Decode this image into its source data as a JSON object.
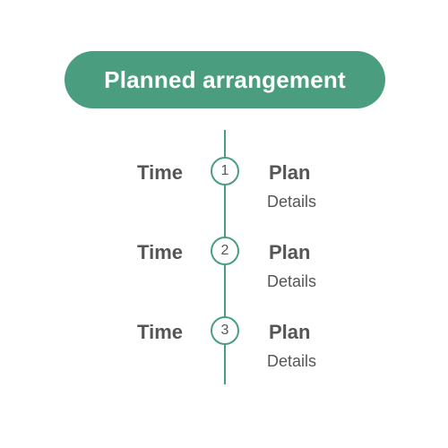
{
  "title": "Planned arrangement",
  "colors": {
    "accent": "#4a9e7f",
    "text": "#555555",
    "background": "#ffffff"
  },
  "steps": [
    {
      "number": "1",
      "time": "Time",
      "plan": "Plan",
      "details": "Details"
    },
    {
      "number": "2",
      "time": "Time",
      "plan": "Plan",
      "details": "Details"
    },
    {
      "number": "3",
      "time": "Time",
      "plan": "Plan",
      "details": "Details"
    }
  ]
}
